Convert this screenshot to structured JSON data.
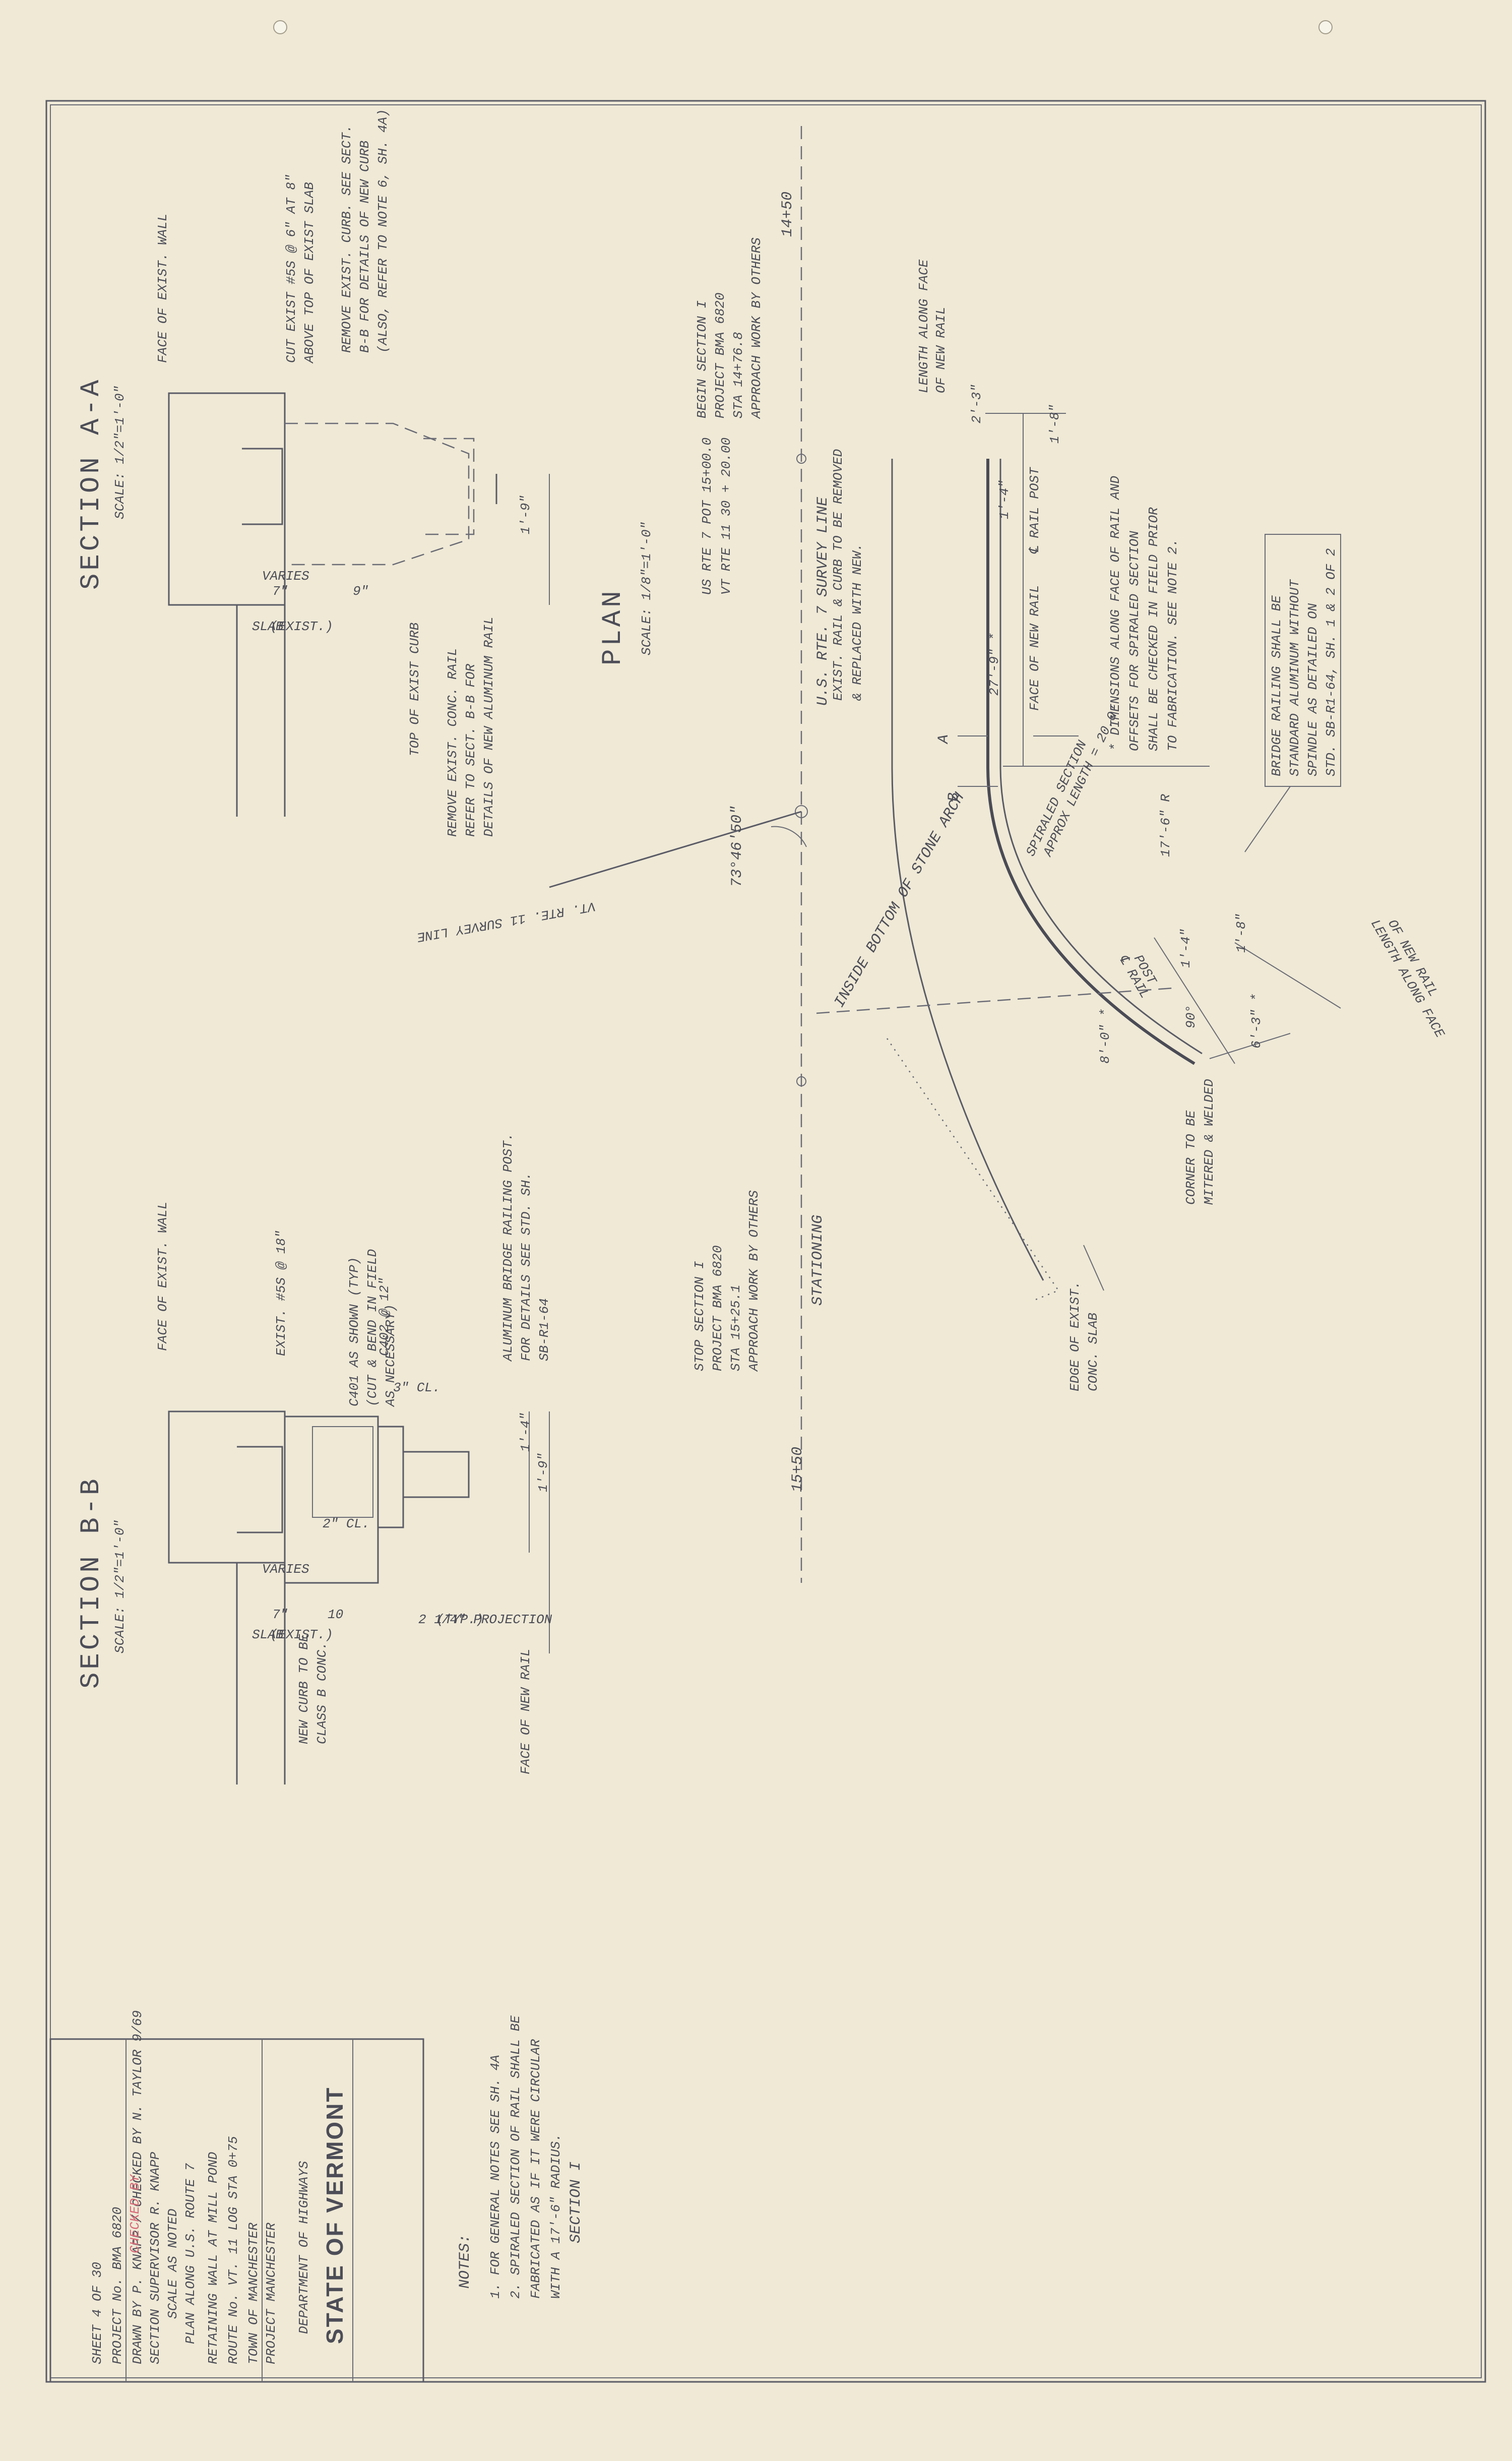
{
  "plan": {
    "title": "PLAN",
    "scale": "SCALE: 1/8\"=1'-0\"",
    "station_start": "14+50",
    "station_end": "15+50",
    "begin_section": [
      "BEGIN SECTION I",
      "PROJECT BMA 6820",
      "STA 14+76.8",
      "APPROACH WORK BY OTHERS"
    ],
    "stop_section": [
      "STOP SECTION I",
      "PROJECT BMA 6820",
      "STA 15+25.1",
      "APPROACH WORK BY OTHERS"
    ],
    "survey_line": "U.S. RTE. 7 SURVEY LINE",
    "vt_survey_line": "VT. RTE. 11 SURVEY LINE",
    "angle": "73°46'50\"",
    "us_rte_pot": [
      "US RTE 7 POT 15+00.0",
      "VT RTE 11 30 + 20.00"
    ],
    "length_along_face": [
      "LENGTH ALONG FACE",
      "OF NEW RAIL"
    ],
    "length_along_face_2": [
      "LENGTH ALONG FACE",
      "OF NEW RAIL"
    ],
    "rail_post": "℄ RAIL POST",
    "rail_post_2": [
      "℄ RAIL",
      "POST"
    ],
    "face_new_rail": "FACE OF NEW RAIL",
    "exist_rail": [
      "EXIST. RAIL & CURB TO BE REMOVED",
      "& REPLACED WITH NEW."
    ],
    "spiraled_section": [
      "SPIRALED SECTION",
      "APPROX LENGTH = 20.0'"
    ],
    "inside_bottom": "INSIDE BOTTOM OF STONE ARCH",
    "corner_mitered": [
      "CORNER TO BE",
      "MITERED & WELDED"
    ],
    "edge_slab": [
      "EDGE OF EXIST.",
      "CONC. SLAB"
    ],
    "stationing": "STATIONING",
    "dimensions_note": [
      "* DIMENSIONS ALONG FACE OF RAIL AND",
      "OFFSETS FOR SPIRALED SECTION",
      "SHALL BE CHECKED IN FIELD PRIOR",
      "TO FABRICATION. SEE NOTE 2."
    ],
    "bridge_railing_box": [
      "BRIDGE RAILING SHALL BE",
      "STANDARD ALUMINUM WITHOUT",
      "SPINDLE AS DETAILED ON",
      "STD. SB-R1-64, SH. 1 & 2 OF 2"
    ],
    "dims": [
      "1'-8\"",
      "1'-4\"",
      "27'-9\" *",
      "17'-6\" R",
      "8'-0\" *",
      "1'-4\"",
      "1'-8\"",
      "6'-3\" *",
      "90°",
      "2'-3\""
    ],
    "cut_a": "A",
    "cut_b": "B"
  },
  "section_aa": {
    "title": "SECTION A-A",
    "scale": "SCALE: 1/2\"=1'-0\"",
    "remove_curb": [
      "REMOVE EXIST. CURB. SEE SECT.",
      "B-B FOR DETAILS OF NEW CURB",
      "(ALSO, REFER TO NOTE 6, SH. 4A)"
    ],
    "cut_exist": [
      "CUT EXIST #5S @ 6\" AT 8\"",
      "ABOVE TOP OF EXIST SLAB"
    ],
    "face_wall": "FACE OF EXIST. WALL",
    "remove_rail": [
      "REMOVE EXIST. CONC. RAIL",
      "REFER TO SECT. B-B FOR",
      "DETAILS OF NEW ALUMINUM RAIL"
    ],
    "top_curb": "TOP OF EXIST CURB",
    "varies": "VARIES",
    "slab": [
      "SLAB",
      "(EXIST.)"
    ],
    "dim_top": "1'-9\"",
    "dim_7": "7\"",
    "dim_9": "9\""
  },
  "section_bb": {
    "title": "SECTION B-B",
    "scale": "SCALE: 1/2\"=1'-0\"",
    "post": [
      "ALUMINUM BRIDGE RAILING POST.",
      "FOR DETAILS SEE STD. SH.",
      "SB-R1-64"
    ],
    "c402": "C402 @ 12\"",
    "c401": [
      "C401 AS SHOWN (TYP)",
      "(CUT & BEND IN FIELD",
      "AS NECESSARY)"
    ],
    "exist_5s": "EXIST. #5S @ 18\"",
    "face_wall": "FACE OF EXIST. WALL",
    "face_rail": "FACE OF NEW RAIL",
    "new_curb": [
      "NEW CURB TO BE",
      "CLASS B CONC."
    ],
    "projection": [
      "2 1/4\" PROJECTION",
      "(TYP.)"
    ],
    "varies": "VARIES",
    "slab": [
      "SLAB",
      "(EXIST.)"
    ],
    "dim_19": "1'-9\"",
    "dim_14": "1'-4\"",
    "dim_7": "7\"",
    "dim_10": "10",
    "dim_3": "3\" CL.",
    "dim_2": "2\" CL."
  },
  "notes": {
    "heading": "NOTES:",
    "items": [
      "1. FOR GENERAL NOTES SEE SH. 4A",
      "2. SPIRALED SECTION OF RAIL SHALL BE",
      "FABRICATED AS IF IT WERE CIRCULAR",
      "WITH A 17'-6\" RADIUS."
    ],
    "section": "SECTION I"
  },
  "title_block": {
    "state": "STATE OF VERMONT",
    "dept": "DEPARTMENT OF HIGHWAYS",
    "project": "PROJECT  MANCHESTER",
    "town": "TOWN OF  MANCHESTER",
    "route": "ROUTE No. VT. 11     LOG STA 0+75",
    "desc1": "RETAINING WALL AT MILL POND",
    "desc2": "PLAN ALONG U.S. ROUTE 7",
    "scale": "SCALE AS NOTED",
    "supervisor": "SECTION SUPERVISOR   R. KNAPP",
    "drawn": "DRAWN BY P. KNAPP / CHECKED BY N. TAYLOR  9/69",
    "project_no": "PROJECT No. BMA 6820",
    "sheet": "SHEET  4  OF  30",
    "stamp": "CHECKED BY"
  }
}
